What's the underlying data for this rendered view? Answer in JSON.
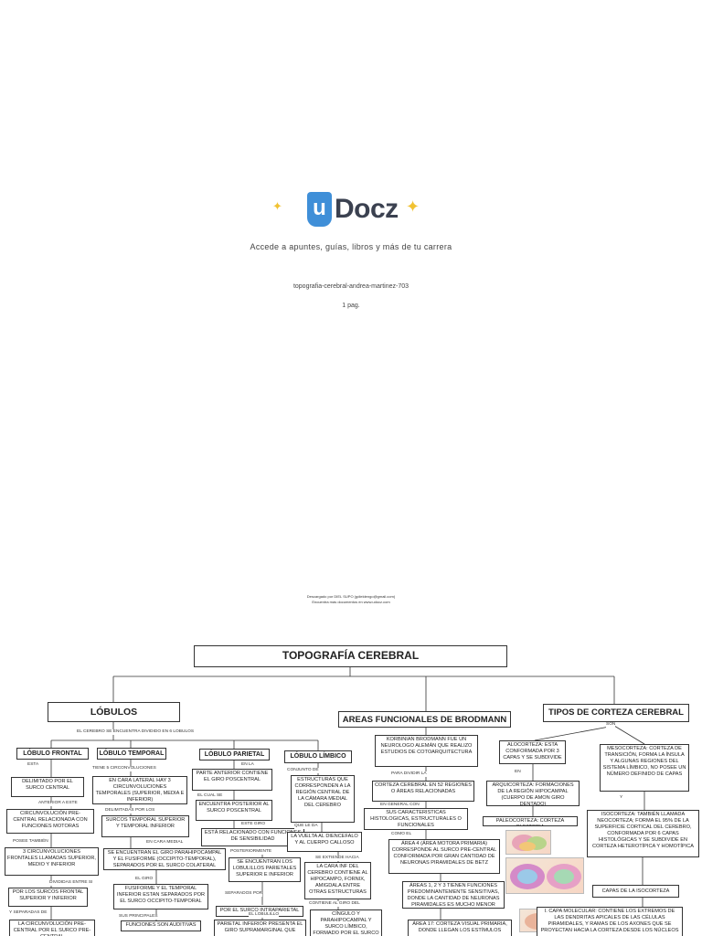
{
  "cover": {
    "logo_u": "u",
    "logo_text": "Docz",
    "tagline": "Accede a apuntes, guías, libros y más de tu carrera",
    "document_name": "topografia-cerebral-andrea-martinez-703",
    "pages": "1 pag.",
    "download_line1": "Descargado por DIEL SUPO (gdieldengo@gmail.com)",
    "download_line2": "Encuentra más documentos en www.udocz.com"
  },
  "map": {
    "title": "TOPOGRAFÍA CEREBRAL",
    "lobulos": {
      "title": "LÓBULOS",
      "intro": "EL CEREBRO SE ENCUENTRA DIVIDIDO EN 6 LOBULOS",
      "frontal": {
        "label": "LÓBULO FRONTAL",
        "c1": "ESTA",
        "b1": "DELIMITADO POR EL SURCO CENTRAL",
        "c2": "ANTERIOR A ESTE",
        "b2": "CIRCUNVOLUCIÓN PRE-CENTRAL RELACIONADA CON FUNCIONES MOTORAS",
        "c3": "POSEE TAMBIÉN",
        "b3": "3 CIRCUNVOLUCIONES FRONTALES LLAMADAS SUPERIOR, MEDIO Y INFERIOR",
        "c4": "DIVIDIDAS ENTRE SI",
        "b4": "POR LOS SURCOS FRONTAL SUPERIOR Y INFERIOR",
        "c5": "Y SEPARADAS DE",
        "b5": "LA CIRCUNVOLUCIÓN PRE-CENTRAL POR EL SURCO PRE-CENTRAL"
      },
      "temporal": {
        "label": "LÓBULO TEMPORAL",
        "c1": "TIENE 5 CIRCONVOLUCIONES",
        "b1": "EN CARA LATERAL HAY 3 CIRCUNVOLUCIONES TEMPORALES (SUPERIOR, MEDIA E INFERIOR)",
        "c2": "DELIMITADAS POR LOS",
        "b2": "SURCOS TEMPORAL SUPERIOR Y TEMPORAL INFERIOR",
        "c3": "EN CARA MEDIAL",
        "b3": "SE ENCUENTRAN EL GIRO PARAHIPOCAMPAL Y EL FUSIFORME (OCCIPITO-TEMPORAL), SEPARADOS POR EL SURCO COLATERAL",
        "c4": "EL GIRO",
        "b4": "FUSIFORME Y EL TEMPORAL INFERIOR ESTAN SEPARADOS POR EL SURCO OCCIPITO-TEMPORAL",
        "c5": "SUS PRINCIPALES",
        "b5": "FUNCIONES SON AUDITIVAS"
      },
      "parietal": {
        "label": "LÓBULO PARIETAL",
        "c1": "EN LA",
        "b1": "PARTE ANTERIOR CONTIENE EL GIRO POSCENTRAL",
        "c2": "EL CUAL SE",
        "b2": "ENCUENTRA POSTERIOR AL SURCO POSCENTRAL",
        "c3": "ESTE GIRO",
        "b3": "ESTÁ RELACIONADO CON FUNCIONES DE SENSIBILIDAD",
        "c4": "POSTERIORMENTE",
        "b4": "SE ENCUENTRAN LOS LOBULILLOS PARIETALES SUPERIOR E INFERIOR",
        "c5": "SEPARADOS POR",
        "b5": "POR EL SURCO INTRAPARIETAL",
        "c6": "EL LOBULILLO",
        "b6": "PARIETAL INFERIOR PRESENTA EL GIRO SUPRAMARGINAL QUE"
      },
      "limbico": {
        "label": "LÓBULO LÍMBICO",
        "c1": "CONJUNTO DE",
        "b1": "ESTRUCTURAS QUE CORRESPONDEN A LA REGIÓN CENTRAL DE LA CÁMARA MEDIAL DEL CEREBRO",
        "c2": "QUE LE DA",
        "b2": "LA VUELTA AL DIENCEFALO Y AL CUERPO CALLOSO",
        "c3": "SE EXTIENDE HACIA",
        "b3": "LA CARA INF DEL CEREBRO CONTIENE AL HIPOCAMPO, FORNIX, AMIGDALA ENTRE OTRAS ESTRUCTURAS",
        "c4": "CONTIENE AL GIRO DEL",
        "b4": "CÍNGULO Y PARAHIPOCAMPAL Y SURCO LÍMBICO, FORMADO POR EL SURCO DEL CINGULO,"
      }
    },
    "brodmann": {
      "title": "AREAS FUNCIONALES DE BRODMANN",
      "b1": "KORBINIAN BRODMANN FUE UN NEUROLOGO ALEMÁN QUE REALIZO ESTUDIOS DE COTOARQUITECTURA",
      "c1": "PARA DIVIDIR LA",
      "b2": "CORTEZA CEREBRAL EN 52 REGIONES O ÁREAS RELACIONADAS",
      "c2": "EN GENERAL CON",
      "b3": "SUS CARACTERISTICAS HISTOLOGICAS, ESTRUCTURALES O FUNCIONALES",
      "c3": "COMO EL",
      "b4": "ÁREA 4 (ÁREA MOTORA PRIMARIA) CORRESPONDE AL SURCO PRE-CENTRAL CONFORMADA POR GRAN CANTIDAD DE NEURONAS PIRAMIDALES DE BETZ",
      "b5": "ÁREAS 1, 2 Y 3 TIENEN FUNCIONES PREDOMINANTEMENTE SENSITIVAS, DONDE LA CANTIDAD DE NEURONAS PIRAMIDALES ES MUCHO MENOR",
      "b6": "ÁREA 17: CORTEZA VISUAL PRIMARIA, DONDE LLEGAN LOS ESTÍMULOS"
    },
    "corteza": {
      "title": "TIPOS DE CORTEZA CEREBRAL",
      "c0": "SON",
      "b1": "ALOCORTEZA: ESTA CONFORMADA POR 3 CAPAS Y SE SUBDIVIDE",
      "c1": "EN",
      "b2": "ARQUICORTEZA: FORMACIONES DE LA REGIÓN HIPOCAMPAL (CUERPO DE AMON GIRO DENTADO)",
      "b3": "PALEOCORTEZA:  CORTEZA OLFATORIA",
      "b4": "MESOCORTEZA: CORTEZA DE TRANSICIÓN, FORMA LA ÍNSULA Y ALGUNAS REGIONES DEL SISTEMA LÍMBICO, NO POSEE UN NÚMERO DEFINIDO DE CAPAS",
      "c2": "Y",
      "b5": "ISOCORTEZA: TAMBIÉN LLAMADA NEOCORTEZA; FORMA EL 95% DE LA SUPERFICIE CORTICAL DEL CEREBRO, CONFORMADA POR  6 CAPAS HISTOLÓGICAS Y SE SUBDIVIDE EN CORTEZA HETEROTÍPICA  Y HOMOTÍPICA",
      "b6": "CAPAS DE LA ISOCORTEZA",
      "b7": "I. CAPA MOLECULAR:  CONTIENE LOS EXTREMOS DE LAS DENDRITAS APICALES DE LAS CÉLULAS PIRAMIDALES, Y RAMAS DE LOS AXONES QUE SE PROYECTAN HACIA LA CORTEZA DESDE LOS NÚCLEOS"
    }
  }
}
